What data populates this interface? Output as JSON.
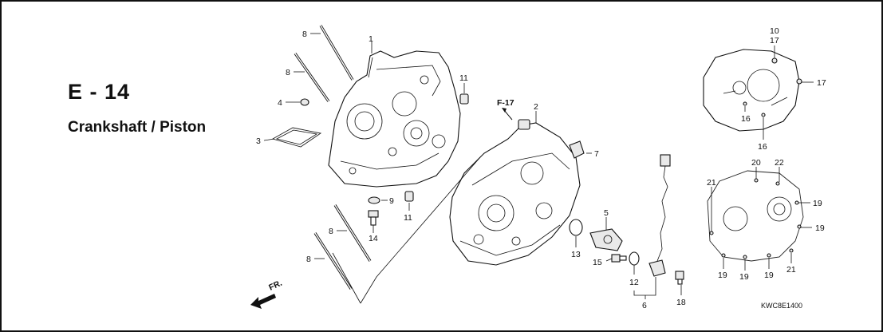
{
  "title": {
    "code": "E - 14",
    "name": "Crankshaft / Piston"
  },
  "reference_code": "KWC8E1400",
  "front_marker": "FR.",
  "section_ref": "F-17",
  "callouts": [
    {
      "id": "c1",
      "text": "1"
    },
    {
      "id": "c2",
      "text": "2"
    },
    {
      "id": "c3",
      "text": "3"
    },
    {
      "id": "c4",
      "text": "4"
    },
    {
      "id": "c5",
      "text": "5"
    },
    {
      "id": "c6",
      "text": "6"
    },
    {
      "id": "c7",
      "text": "7"
    },
    {
      "id": "c8a",
      "text": "8"
    },
    {
      "id": "c8b",
      "text": "8"
    },
    {
      "id": "c8c",
      "text": "8"
    },
    {
      "id": "c8d",
      "text": "8"
    },
    {
      "id": "c9",
      "text": "9"
    },
    {
      "id": "c10",
      "text": "10"
    },
    {
      "id": "c11a",
      "text": "11"
    },
    {
      "id": "c11b",
      "text": "11"
    },
    {
      "id": "c12",
      "text": "12"
    },
    {
      "id": "c13",
      "text": "13"
    },
    {
      "id": "c14",
      "text": "14"
    },
    {
      "id": "c15",
      "text": "15"
    },
    {
      "id": "c16a",
      "text": "16"
    },
    {
      "id": "c16b",
      "text": "16"
    },
    {
      "id": "c17a",
      "text": "17"
    },
    {
      "id": "c17b",
      "text": "17"
    },
    {
      "id": "c18",
      "text": "18"
    },
    {
      "id": "c19a",
      "text": "19"
    },
    {
      "id": "c19b",
      "text": "19"
    },
    {
      "id": "c19c",
      "text": "19"
    },
    {
      "id": "c19d",
      "text": "19"
    },
    {
      "id": "c19e",
      "text": "19"
    },
    {
      "id": "c20",
      "text": "20"
    },
    {
      "id": "c21a",
      "text": "21"
    },
    {
      "id": "c21b",
      "text": "21"
    },
    {
      "id": "c22",
      "text": "22"
    }
  ]
}
